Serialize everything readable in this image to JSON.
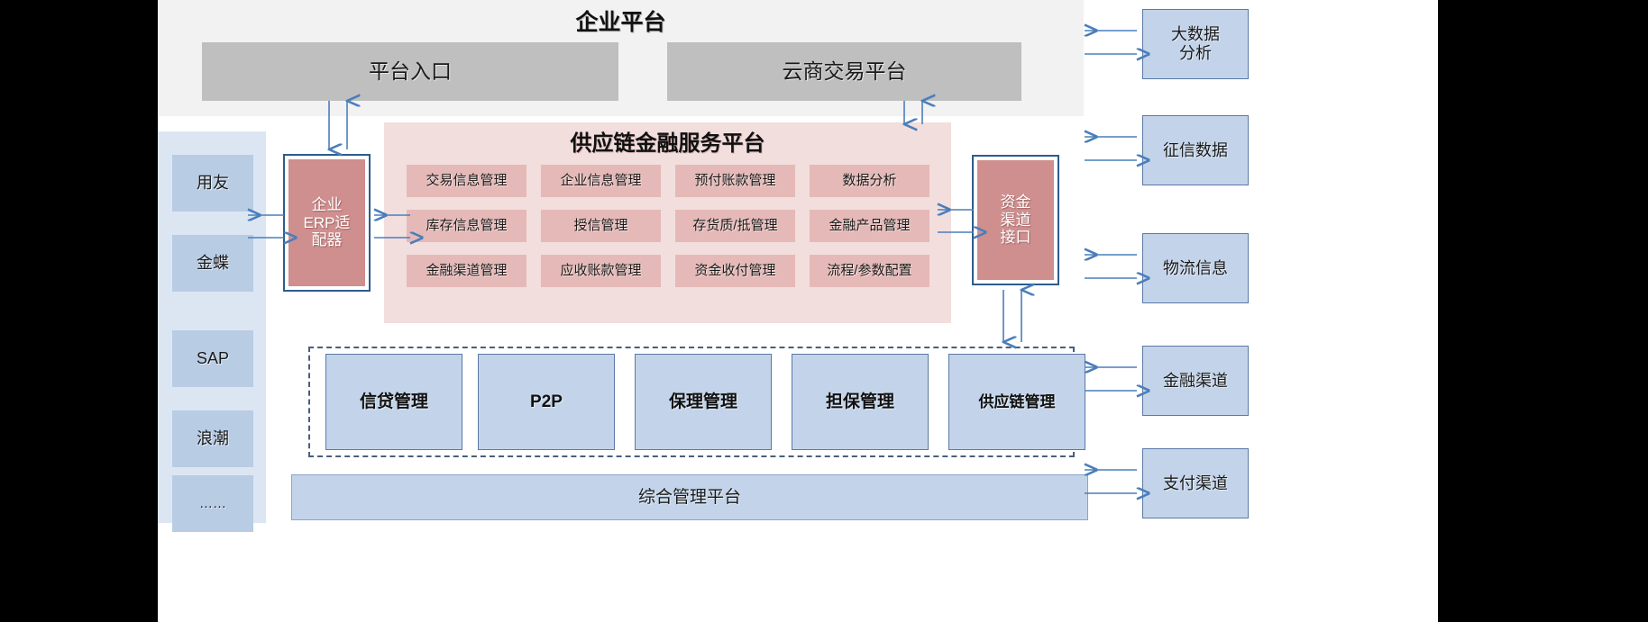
{
  "diagram": {
    "title_top": "企业平台",
    "top_boxes": [
      {
        "label": "平台入口"
      },
      {
        "label": "云商交易平台"
      }
    ],
    "erp_column": {
      "items": [
        {
          "label": "用友"
        },
        {
          "label": "金蝶"
        },
        {
          "label": "SAP"
        },
        {
          "label": "浪潮"
        },
        {
          "label": "……"
        }
      ]
    },
    "erp_adapter": {
      "label": "企业\nERP适\n配器",
      "line1": "企业",
      "line2": "ERP适",
      "line3": "配器"
    },
    "scf_platform": {
      "title": "供应链金融服务平台",
      "modules": [
        "交易信息管理",
        "企业信息管理",
        "预付账款管理",
        "数据分析",
        "库存信息管理",
        "授信管理",
        "存货质/抵管理",
        "金融产品管理",
        "金融渠道管理",
        "应收账款管理",
        "资金收付管理",
        "流程/参数配置"
      ]
    },
    "fund_interface": {
      "line1": "资金",
      "line2": "渠道",
      "line3": "接口"
    },
    "services": [
      {
        "label": "信贷管理"
      },
      {
        "label": "P2P"
      },
      {
        "label": "保理管理"
      },
      {
        "label": "担保管理"
      },
      {
        "label": "供应链管理"
      }
    ],
    "management_bar": {
      "label": "综合管理平台"
    },
    "external": [
      {
        "label": "大数据\n分析",
        "line1": "大数据",
        "line2": "分析"
      },
      {
        "label": "征信数据",
        "line1": "征信数据",
        "line2": ""
      },
      {
        "label": "物流信息",
        "line1": "物流信息",
        "line2": ""
      },
      {
        "label": "金融渠道",
        "line1": "金融渠道",
        "line2": ""
      },
      {
        "label": "支付渠道",
        "line1": "支付渠道",
        "line2": ""
      }
    ],
    "colors": {
      "band_bg": "#f2f2f2",
      "grey_box": "#bfbfbf",
      "erp_col_bg": "#dce6f2",
      "erp_item": "#b8cce4",
      "adapter_fill": "#cf8f8f",
      "adapter_border": "#2e5c8a",
      "scf_bg": "#f2dedd",
      "scf_cell": "#e5b9b7",
      "service_fill": "#c3d4ea",
      "service_border": "#5b79a5",
      "arrow": "#4a7ebb",
      "dashed_border": "#4a5f7a"
    }
  }
}
